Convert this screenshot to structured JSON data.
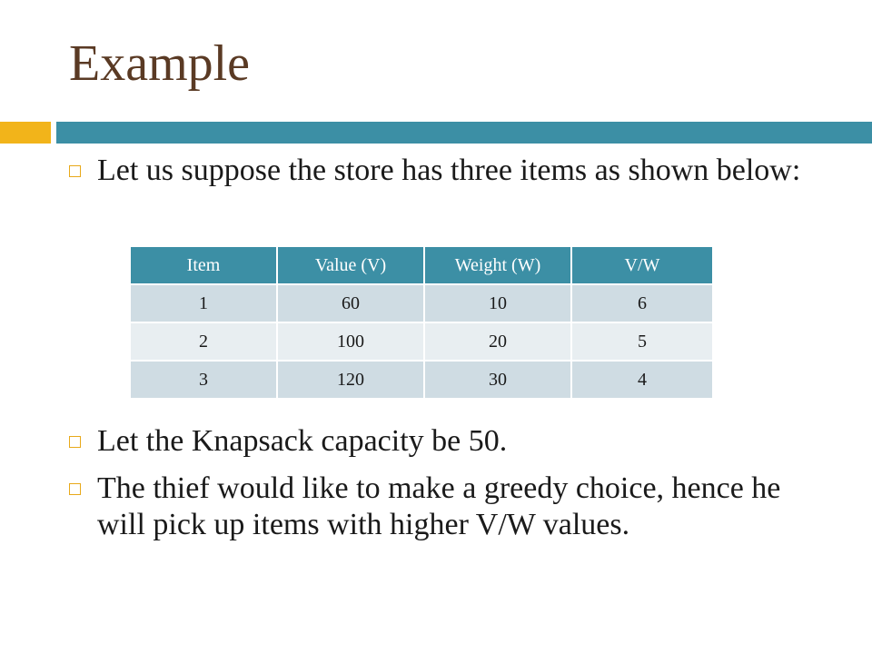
{
  "slide": {
    "title": "Example",
    "bullets": [
      "Let us suppose the store has three items as shown below:",
      "Let the Knapsack capacity be 50.",
      "The thief would like to make a greedy choice, hence he will pick up items with higher V/W values."
    ]
  },
  "table": {
    "headers": [
      "Item",
      "Value (V)",
      "Weight (W)",
      "V/W"
    ],
    "rows": [
      [
        "1",
        "60",
        "10",
        "6"
      ],
      [
        "2",
        "100",
        "20",
        "5"
      ],
      [
        "3",
        "120",
        "30",
        "4"
      ]
    ]
  },
  "colors": {
    "title": "#5a3a24",
    "accent_orange": "#f2b41a",
    "accent_teal": "#3c8fa5",
    "row_dark": "#cfdce3",
    "row_light": "#e8eef1"
  }
}
